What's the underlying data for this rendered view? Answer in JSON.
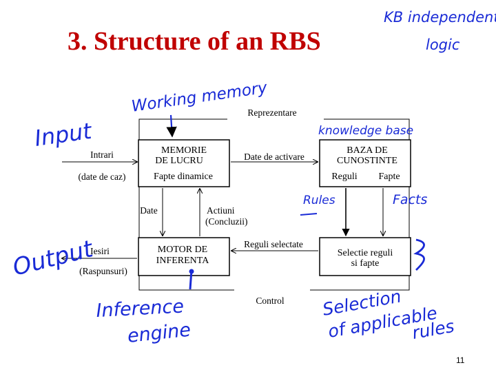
{
  "title": "3. Structure of an RBS",
  "page_number": "11",
  "diagram": {
    "top_label": "Reprezentare",
    "bottom_label": "Control",
    "memory_box": {
      "line1": "MEMORIE",
      "line2": "DE LUCRU",
      "line3": "Fapte dinamice"
    },
    "kb_box": {
      "line1": "BAZA DE",
      "line2": "CUNOSTINTE",
      "col1": "Reguli",
      "col2": "Fapte"
    },
    "engine_box": {
      "line1": "MOTOR DE",
      "line2": "INFERENTA"
    },
    "select_box": {
      "line1": "Selectie reguli",
      "line2": "si fapte"
    },
    "input_label": "Intrari",
    "input_sub": "(date de caz)",
    "output_label": "Iesiri",
    "output_sub": "(Raspunsuri)",
    "activation_label": "Date de activare",
    "data_label": "Date",
    "actions_label": "Actiuni",
    "actions_sub": "(Concluzii)",
    "selected_rules_label": "Reguli selectate"
  },
  "annotations": {
    "kb_note_1": "KB independent",
    "kb_note_2": "logic",
    "working_memory": "Working memory",
    "input": "Input",
    "knowledge_base": "knowledge base",
    "rules": "Rules",
    "facts": "Facts",
    "output": "Output",
    "inference_1": "Inference",
    "inference_2": "engine",
    "selection_1": "Selection",
    "selection_2": "of applicable",
    "selection_3": "rules"
  },
  "colors": {
    "title": "#c00000",
    "ink": "#1a2bd6",
    "line": "#000000"
  }
}
